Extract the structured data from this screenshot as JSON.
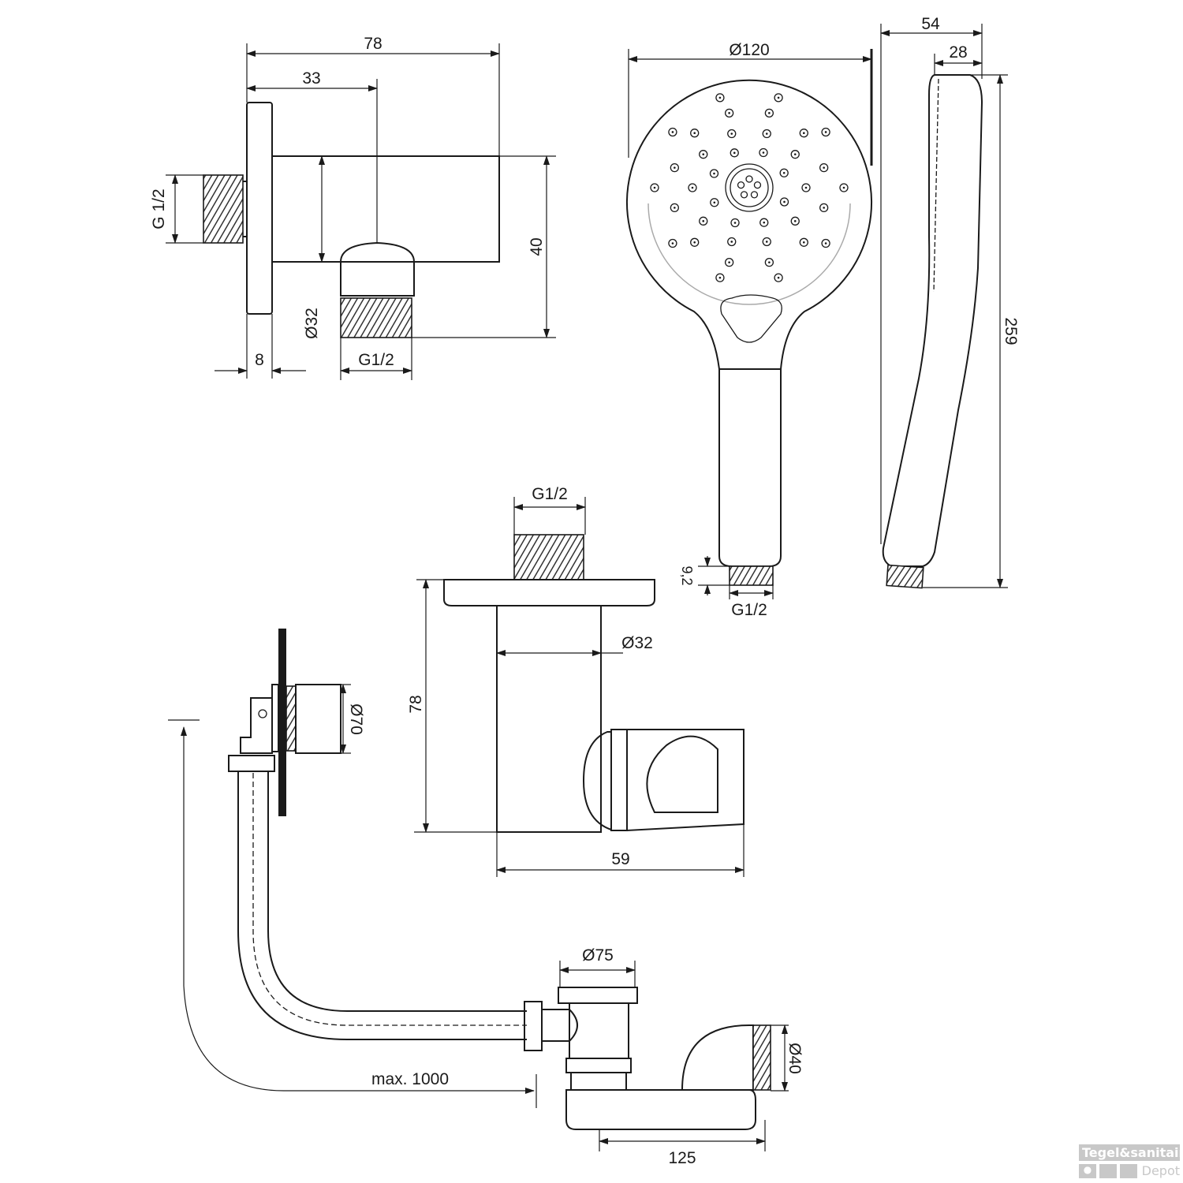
{
  "wall_outlet": {
    "width": "78",
    "offset": "33",
    "inlet_thread": "G 1/2",
    "height": "40",
    "diameter": "Ø32",
    "flange": "8",
    "outlet_thread": "G1/2"
  },
  "hand_shower": {
    "diameter": "Ø120",
    "depth": "54",
    "head_depth": "28",
    "length": "259",
    "thread_length": "9,2",
    "thread": "G1/2"
  },
  "holder": {
    "thread": "G1/2",
    "diameter": "Ø32",
    "height": "78",
    "depth": "59"
  },
  "drain": {
    "overflow_diameter": "Ø70",
    "waste_diameter": "Ø75",
    "outlet_diameter": "Ø40",
    "max_length": "max. 1000",
    "offset": "125"
  },
  "watermark": {
    "brand": "Tegel&sanitair",
    "sub": "Depot"
  }
}
